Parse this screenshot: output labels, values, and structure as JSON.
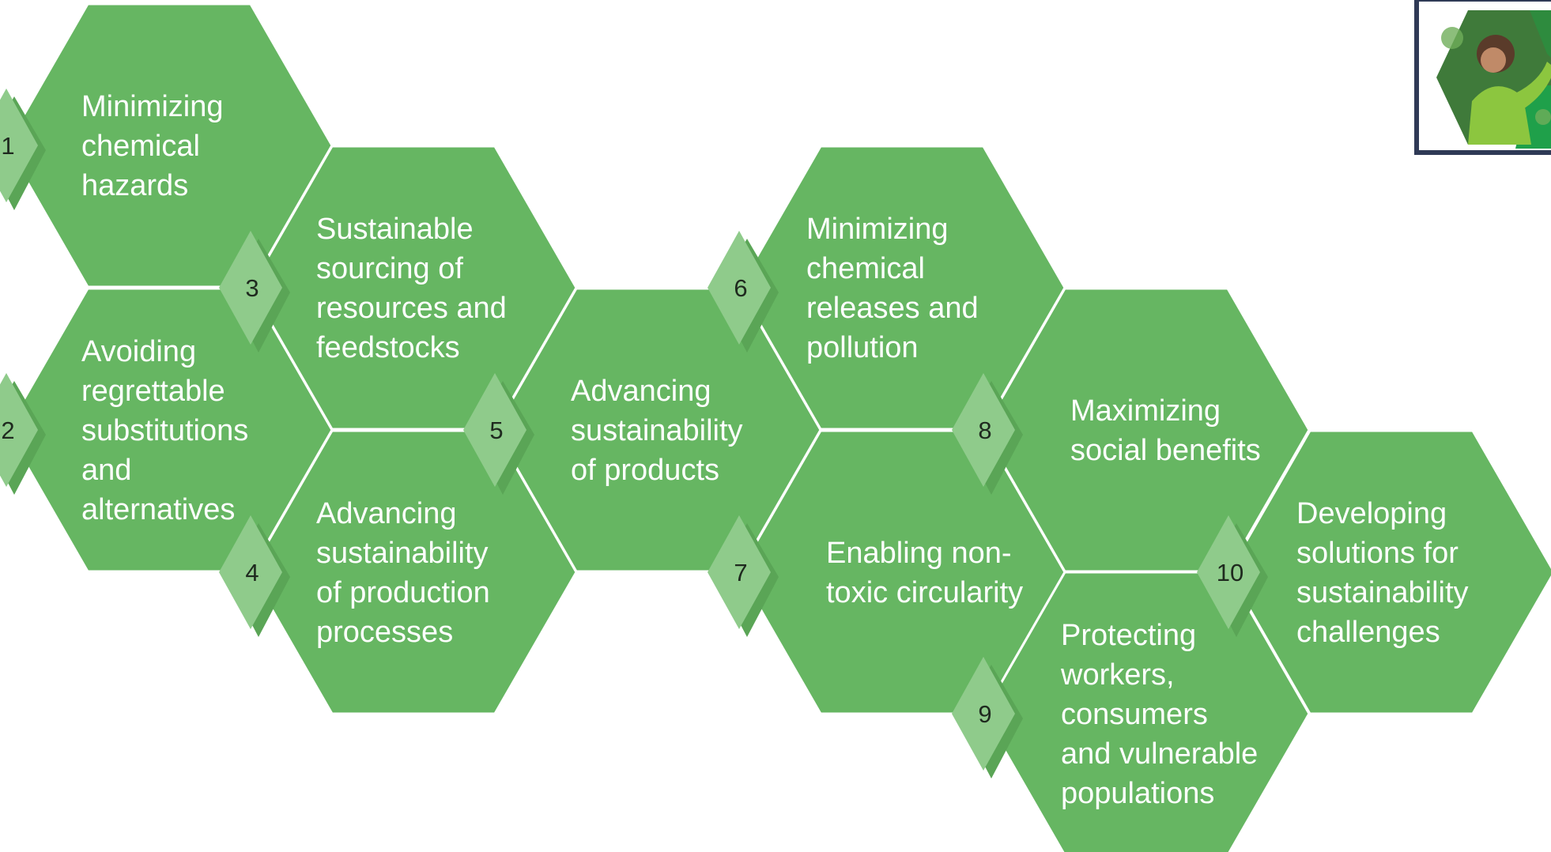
{
  "diagram": {
    "items": [
      {
        "number": "1",
        "lines": [
          "Minimizing",
          "chemical",
          "hazards"
        ]
      },
      {
        "number": "2",
        "lines": [
          "Avoiding",
          "regrettable",
          "substitutions",
          "and",
          "alternatives"
        ]
      },
      {
        "number": "3",
        "lines": [
          "Sustainable",
          "sourcing of",
          "resources and",
          "feedstocks"
        ]
      },
      {
        "number": "4",
        "lines": [
          "Advancing",
          "sustainability",
          "of production",
          "processes"
        ]
      },
      {
        "number": "5",
        "lines": [
          "Advancing",
          "sustainability",
          "of products"
        ]
      },
      {
        "number": "6",
        "lines": [
          "Minimizing",
          "chemical",
          "releases and",
          "pollution"
        ]
      },
      {
        "number": "7",
        "lines": [
          "Enabling non-",
          "toxic circularity"
        ]
      },
      {
        "number": "8",
        "lines": [
          "Maximizing",
          "social benefits"
        ]
      },
      {
        "number": "9",
        "lines": [
          "Protecting",
          "workers,",
          "consumers",
          "and vulnerable",
          "populations"
        ]
      },
      {
        "number": "10",
        "lines": [
          "Developing",
          "solutions for",
          "sustainability",
          "challenges"
        ]
      }
    ],
    "colors": {
      "hexagon": "#66b662",
      "diamond": "#8fcb8b",
      "diamond_shadow": "#5aa556",
      "label": "#ffffff",
      "number": "#1f2a1f",
      "thumbnail_frame": "#2f3a56"
    }
  },
  "thumbnail": {
    "icon": "child-photo-hexagon-thumbnail"
  }
}
